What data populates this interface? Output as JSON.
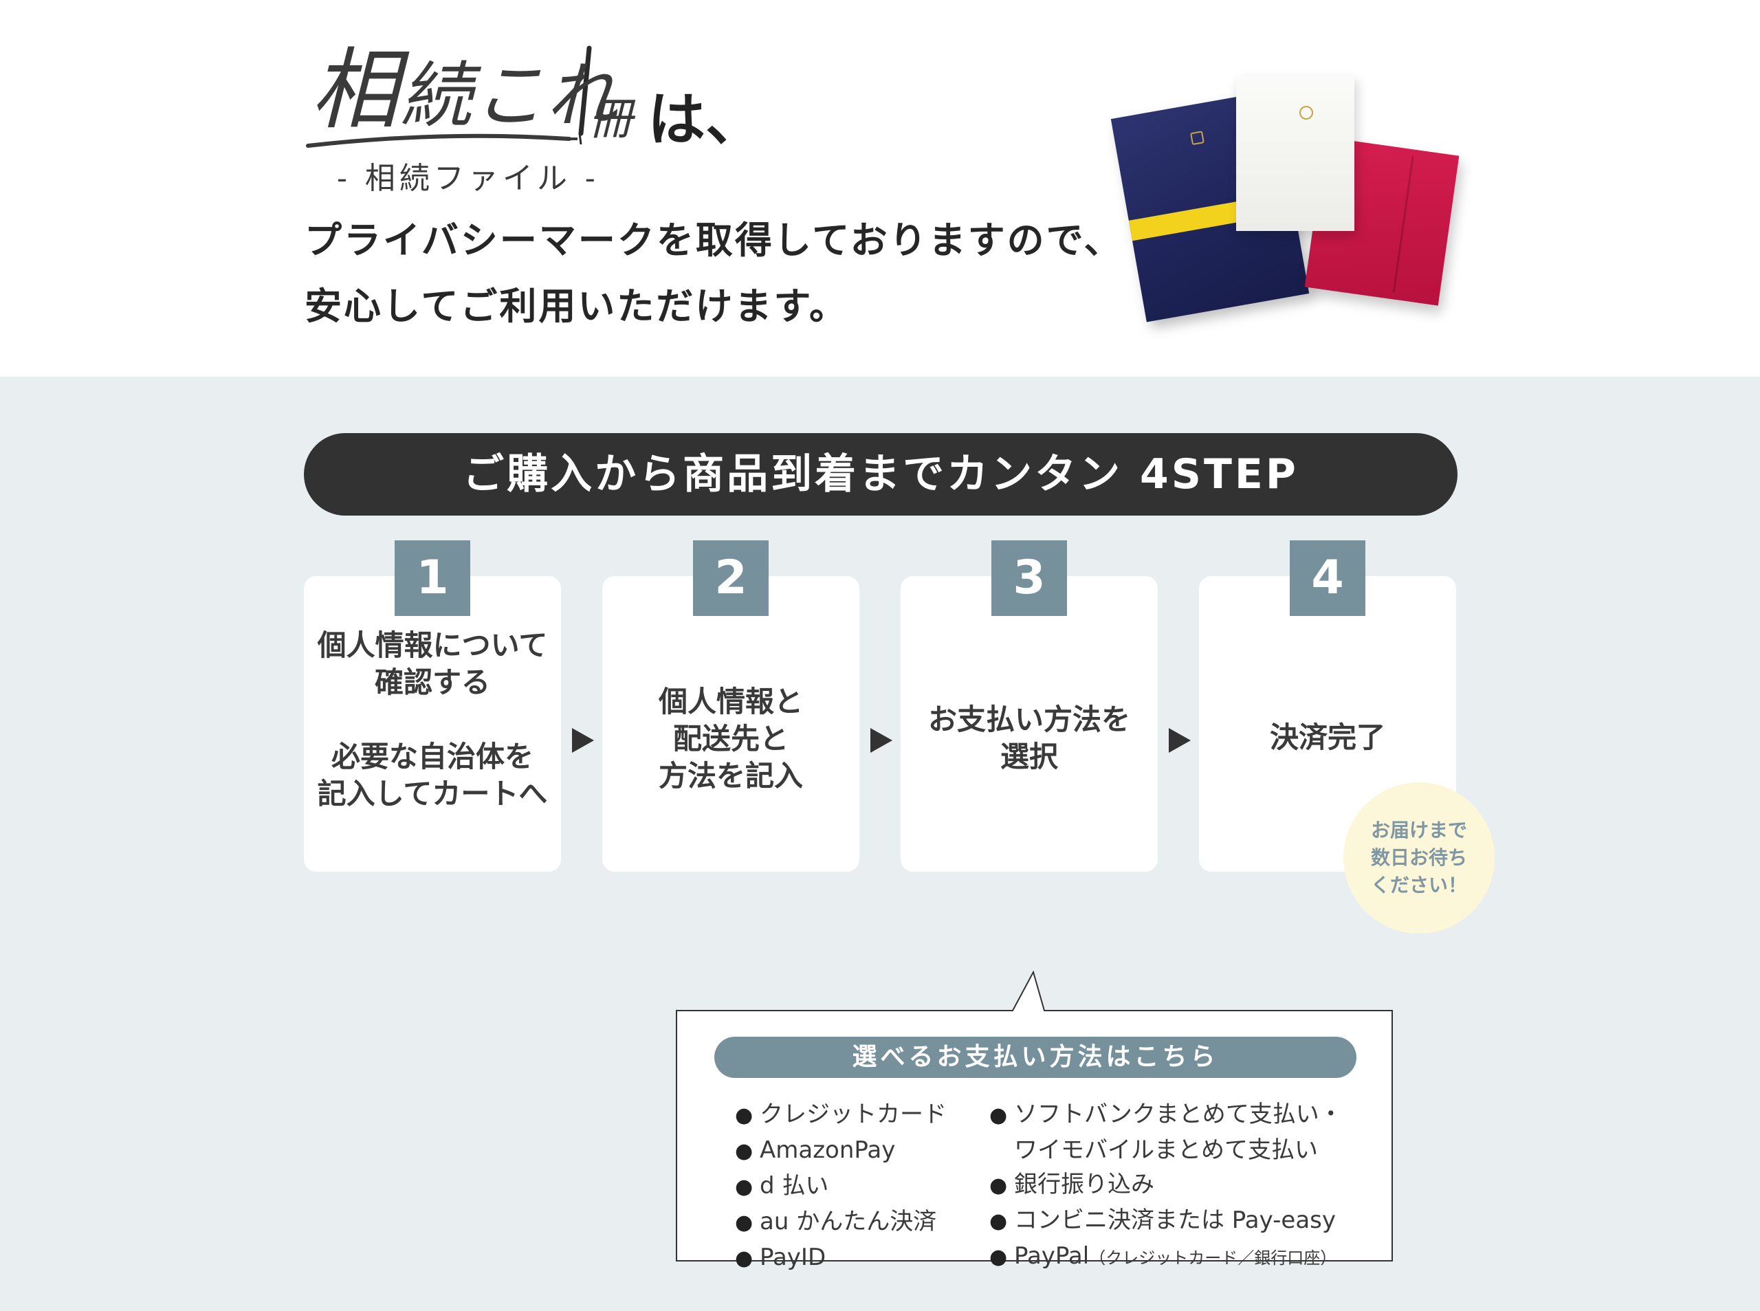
{
  "hero": {
    "logo": {
      "part1": "相",
      "part2": "続これ",
      "part3": "冊",
      "suffix": "は、",
      "subtitle": "- 相続ファイル -"
    },
    "message_line1": "プライバシーマークを取得しておりますので、",
    "message_line2": "安心してご利用いただけます。"
  },
  "steps": {
    "banner": "ご購入から商品到着までカンタン 4STEP",
    "items": [
      {
        "number": "1",
        "text": "個人情報について\n確認する\n\n必要な自治体を\n記入してカートへ"
      },
      {
        "number": "2",
        "text": "個人情報と\n配送先と\n方法を記入"
      },
      {
        "number": "3",
        "text": "お支払い方法を\n選択"
      },
      {
        "number": "4",
        "text": "決済完了"
      }
    ],
    "delivery_note": "お届けまで\n数日お待ち\nください！"
  },
  "payment": {
    "title": "選べるお支払い方法はこちら",
    "bullet": "●",
    "left": [
      "クレジットカード",
      "AmazonPay",
      "d 払い",
      "au かんたん決済",
      "PayID"
    ],
    "right": {
      "softbank_line1": "ソフトバンクまとめて支払い・",
      "softbank_line2": "ワイモバイルまとめて支払い",
      "bank": "銀行振り込み",
      "convenience": "コンビニ決済または Pay-easy",
      "paypal": "PayPal",
      "paypal_note": "（クレジットカード／銀行口座）"
    }
  },
  "colors": {
    "banner_bg": "#323232",
    "step_number_bg": "#76919c",
    "section_bg": "#e9eef1",
    "bubble_bg": "#fcf7d8",
    "bubble_text": "#7f97a2"
  }
}
